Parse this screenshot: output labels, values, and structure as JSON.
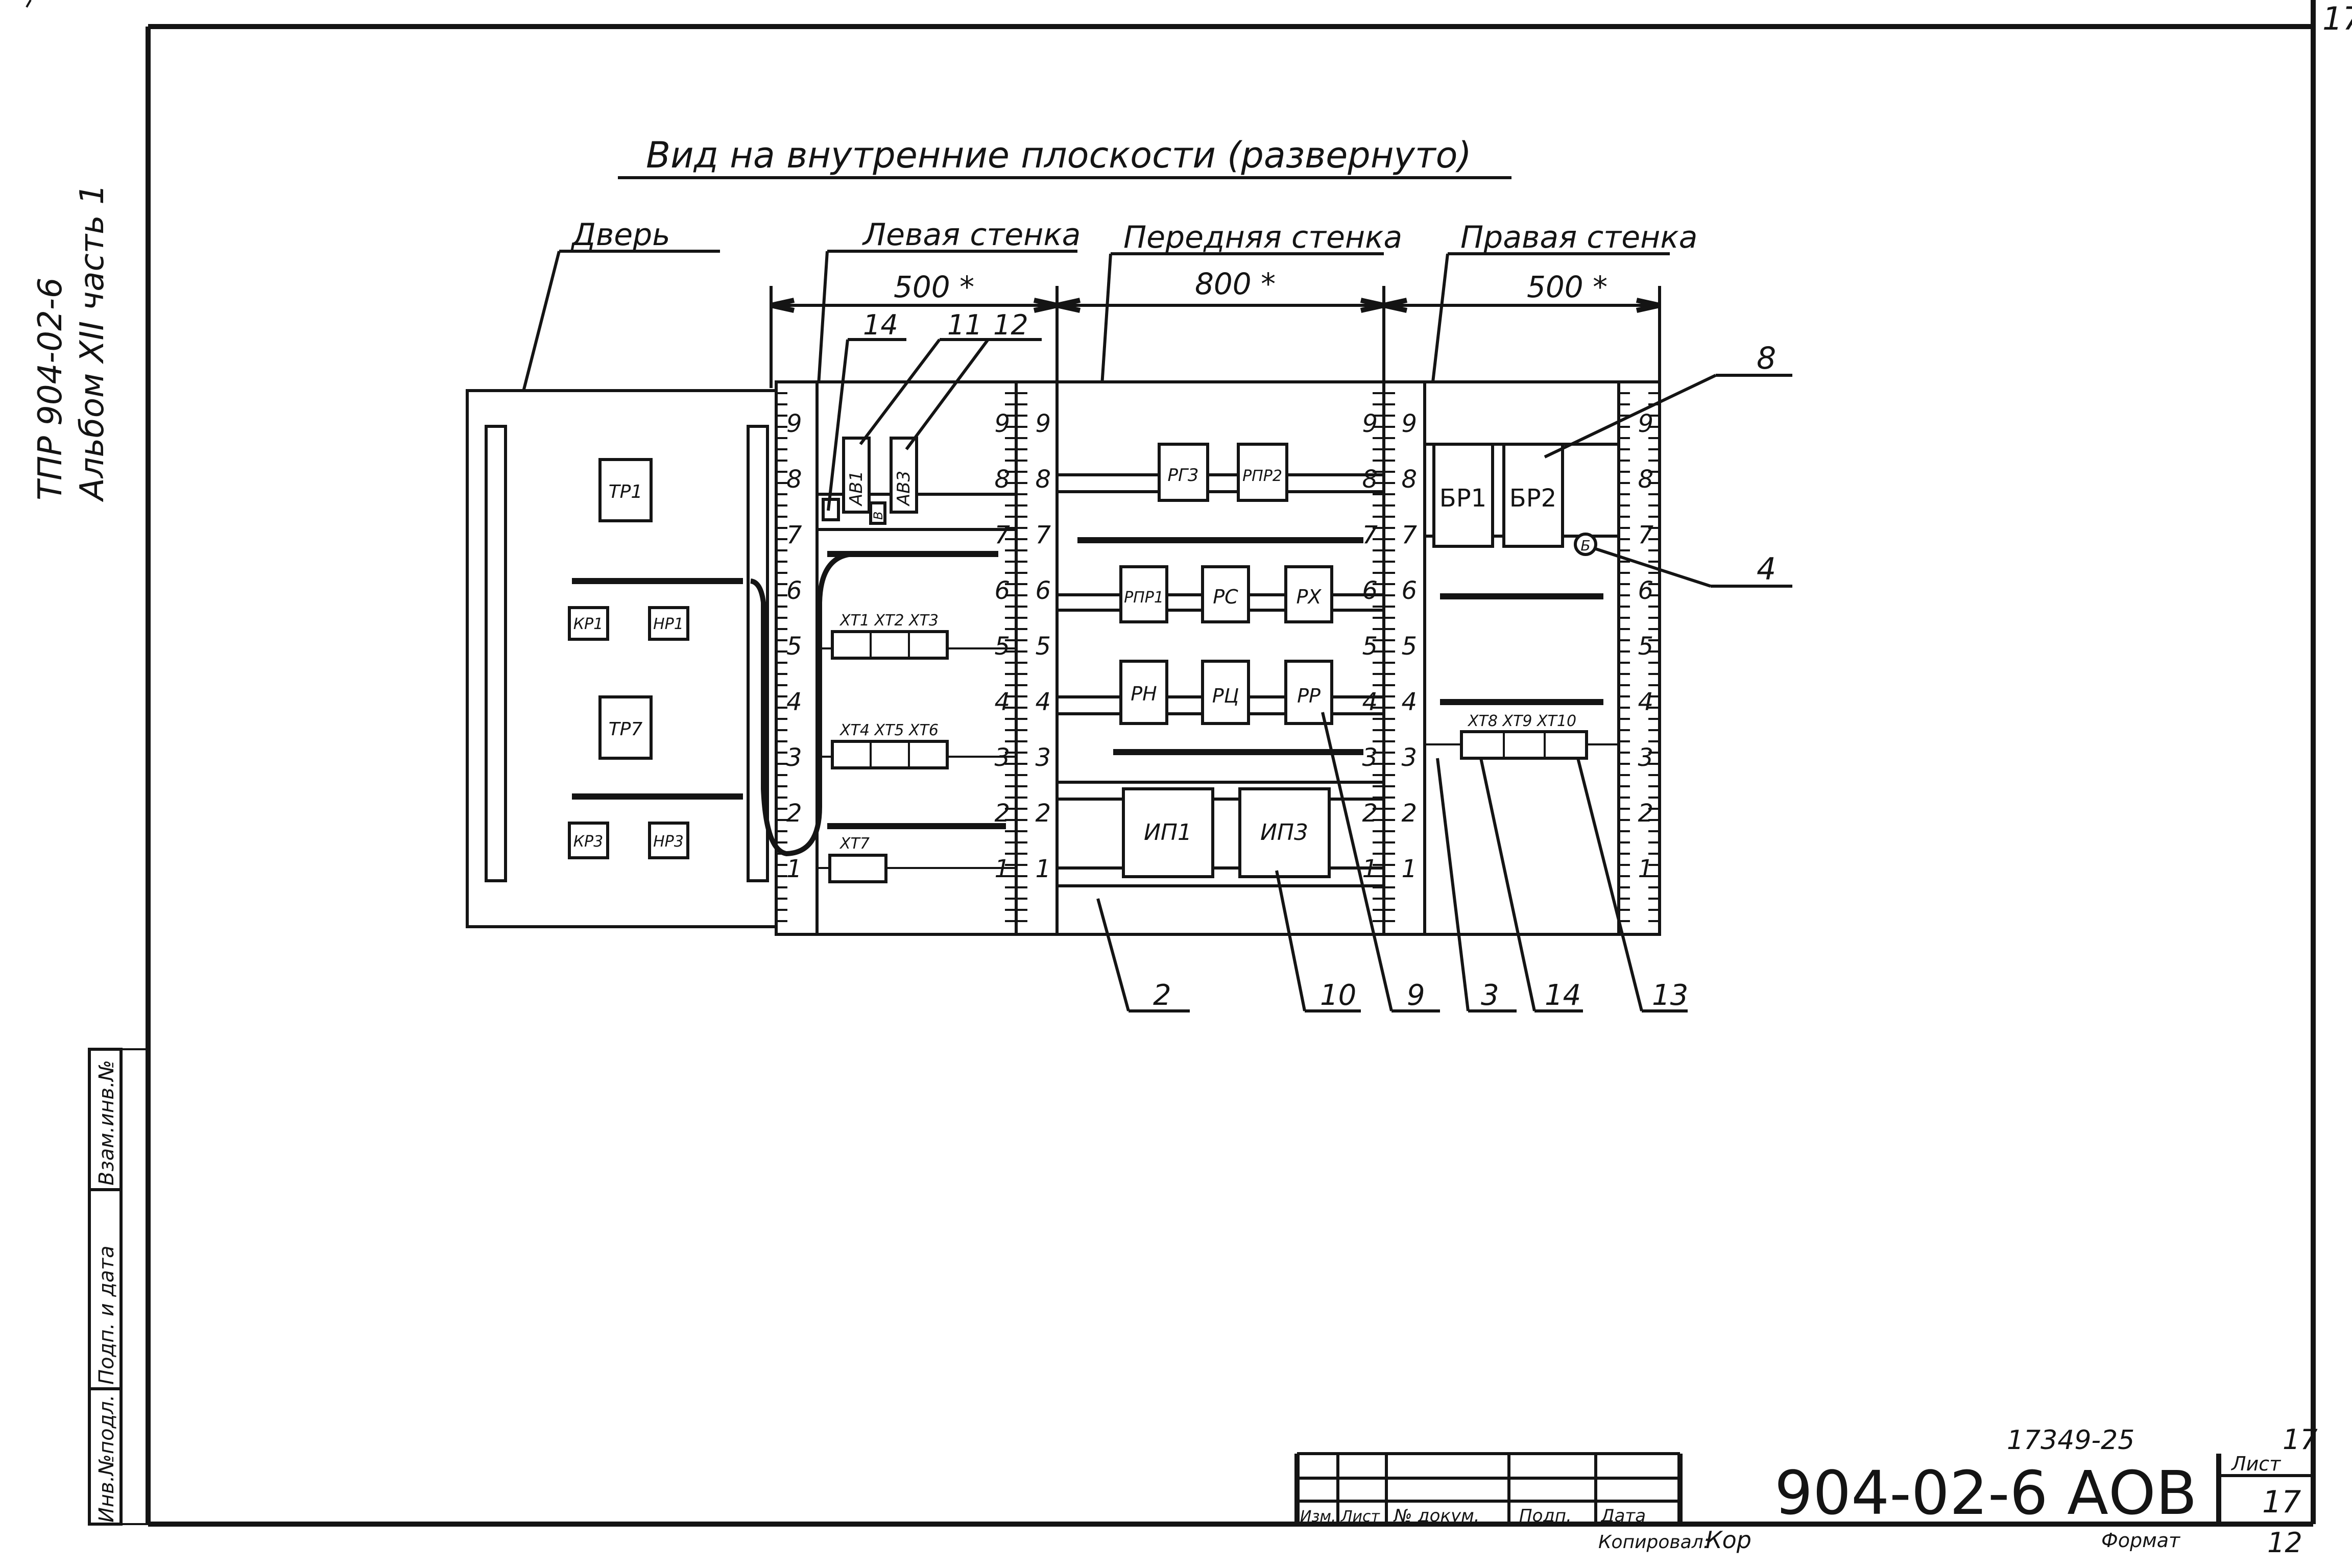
{
  "corner_sheet": "17",
  "side_caption": {
    "line1": "ТПР    904-02-6",
    "line2": "Альбом XII часть 1"
  },
  "side_stamp": [
    "Инв.№подл.",
    "Подп. и дата",
    "Взам.инв.№"
  ],
  "main_title": "Вид на внутренние плоскости (развернуто)",
  "sections": {
    "door": "Дверь",
    "left": "Левая стенка",
    "front": "Передняя стенка",
    "right": "Правая стенка"
  },
  "dimensions": {
    "left": "500 *",
    "front": "800 *",
    "right": "500 *"
  },
  "rail_numbers": [
    "1",
    "2",
    "3",
    "4",
    "5",
    "6",
    "7",
    "8",
    "9"
  ],
  "door_devices": [
    "ТР1",
    "КР1",
    "НР1",
    "ТР7",
    "КР3",
    "НР3"
  ],
  "left_devices": {
    "av1": "АВ1",
    "av3": "АВ3",
    "av_small": "В"
  },
  "left_terminals": [
    "ХТ1 ХТ2 ХТ3",
    "ХТ4 ХТ5 ХТ6",
    "ХТ7"
  ],
  "front_devices": [
    "РГ3",
    "РПР2",
    "РПР1",
    "РС",
    "РХ",
    "РН",
    "РЦ",
    "РР",
    "ИП1",
    "ИП3"
  ],
  "right_devices": [
    "БР1",
    "БР2"
  ],
  "right_terminal": "ХТ8 ХТ9 ХТ10",
  "right_circle": "Б",
  "callouts": [
    "14",
    "11",
    "12",
    "8",
    "4",
    "2",
    "10",
    "9",
    "3",
    "14",
    "13"
  ],
  "title_block": {
    "doc_number": "17349-25",
    "sheet_top": "17",
    "designation": "904-02-6 АОВ",
    "sheet_label": "Лист",
    "sheet_number": "17",
    "format_label": "Формат",
    "format_value": "12",
    "copied": "Копировал:",
    "copied_sign": "Кор",
    "columns": [
      "Изм.",
      "Лист",
      "№ докум.",
      "Подп.",
      "Дата"
    ]
  }
}
